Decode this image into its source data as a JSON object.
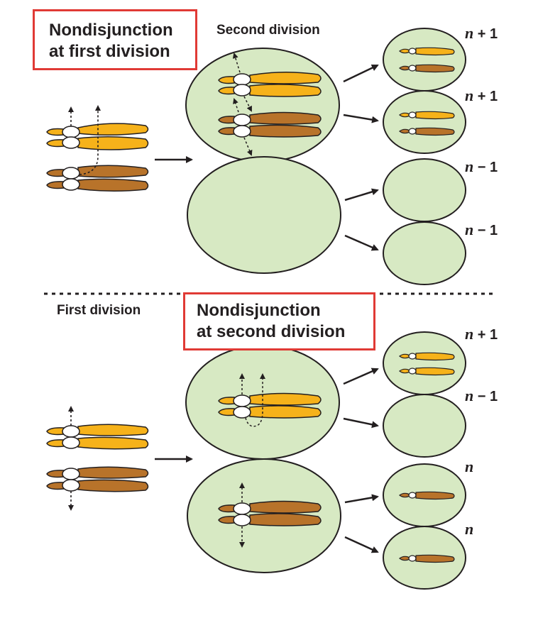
{
  "top": {
    "title_line1": "Nondisjunction",
    "title_line2": "at first division",
    "second_division_label": "Second division",
    "ploidy": [
      {
        "n": "n",
        "rest": " + 1"
      },
      {
        "n": "n",
        "rest": " + 1"
      },
      {
        "n": "n",
        "rest": " − 1"
      },
      {
        "n": "n",
        "rest": " − 1"
      }
    ]
  },
  "bottom": {
    "first_division_label": "First division",
    "title_line1": "Nondisjunction",
    "title_line2": "at second division",
    "ploidy": [
      {
        "n": "n",
        "rest": " + 1"
      },
      {
        "n": "n",
        "rest": " − 1"
      },
      {
        "n": "n",
        "rest": ""
      },
      {
        "n": "n",
        "rest": ""
      }
    ]
  },
  "colors": {
    "cell_fill": "#d7e9c3",
    "cell_stroke": "#231f20",
    "chromosome_yellow": "#f6b21a",
    "chromosome_brown": "#b8732a",
    "highlight_box": "#e03a35"
  }
}
